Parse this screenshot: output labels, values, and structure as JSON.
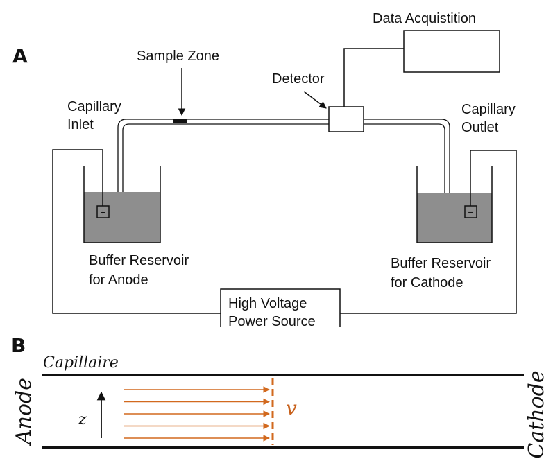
{
  "panel_a": {
    "label": "A",
    "data_acquisition": "Data Acquistition",
    "sample_zone": "Sample Zone",
    "detector": "Detector",
    "capillary_inlet_line1": "Capillary",
    "capillary_inlet_line2": "Inlet",
    "capillary_outlet_line1": "Capillary",
    "capillary_outlet_line2": "Outlet",
    "anode_sign": "+",
    "cathode_sign": "−",
    "anode_reservoir_line1": "Buffer Reservoir",
    "anode_reservoir_line2": "for Anode",
    "cathode_reservoir_line1": "Buffer Reservoir",
    "cathode_reservoir_line2": "for Cathode",
    "power_source_line1": "High Voltage",
    "power_source_line2": "Power Source"
  },
  "panel_b": {
    "label": "B",
    "capillary": "Capillaire",
    "anode": "Anode",
    "cathode": "Cathode",
    "z_axis": "z",
    "velocity": "v",
    "flow_arrow_count": 5
  },
  "colors": {
    "line": "#111111",
    "buffer_fill": "#8e8e8e",
    "flow": "#d2691e"
  }
}
